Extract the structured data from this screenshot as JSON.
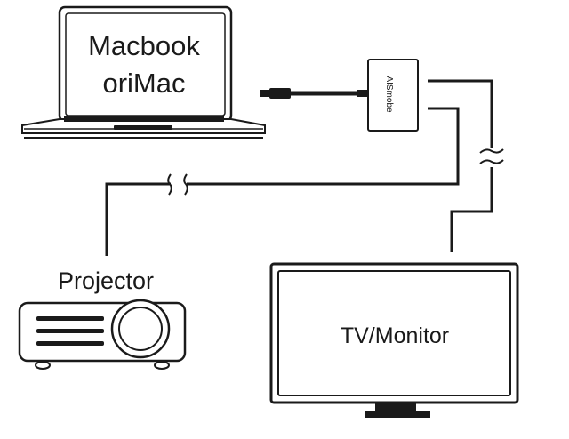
{
  "laptop": {
    "label_line1": "Macbook",
    "label_line2": "oriMac"
  },
  "adapter": {
    "label": "AISmobe"
  },
  "projector": {
    "label": "Projector"
  },
  "monitor": {
    "label": "TV/Monitor"
  },
  "colors": {
    "stroke": "#1a1a1a",
    "background": "#ffffff"
  },
  "icons": [
    "laptop-icon",
    "usb-c-plug-icon",
    "adapter-hub-icon",
    "projector-icon",
    "monitor-icon"
  ]
}
